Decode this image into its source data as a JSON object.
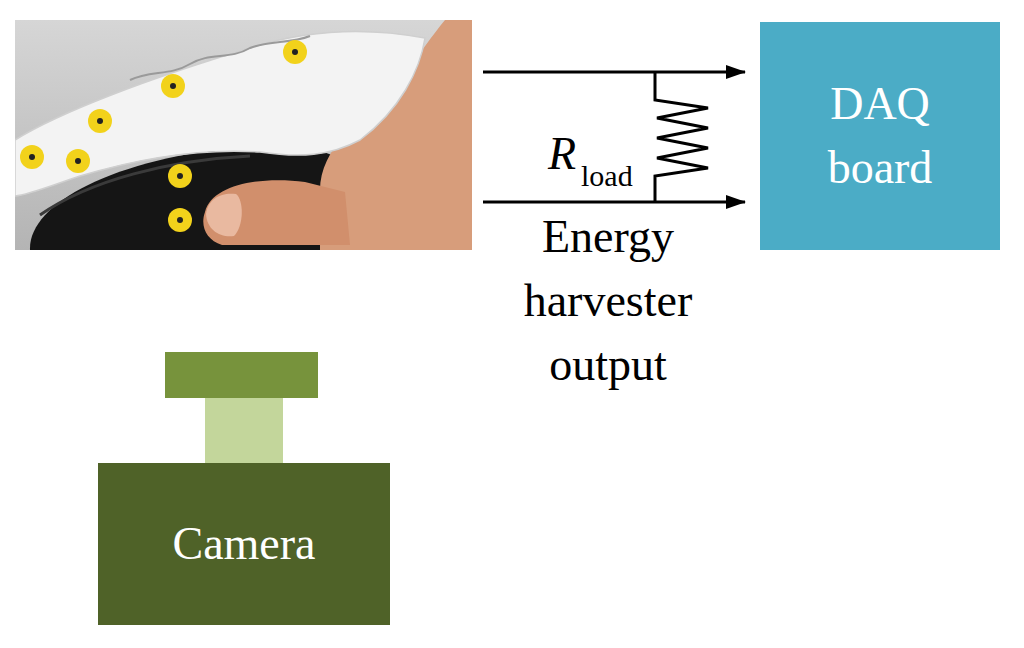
{
  "diagram": {
    "nodes": [
      {
        "text": [
          "DAQ board"
        ]
      },
      {
        "text": [
          "Camera"
        ]
      }
    ],
    "labels": [
      "R",
      "load",
      "Energy harvester output"
    ]
  }
}
